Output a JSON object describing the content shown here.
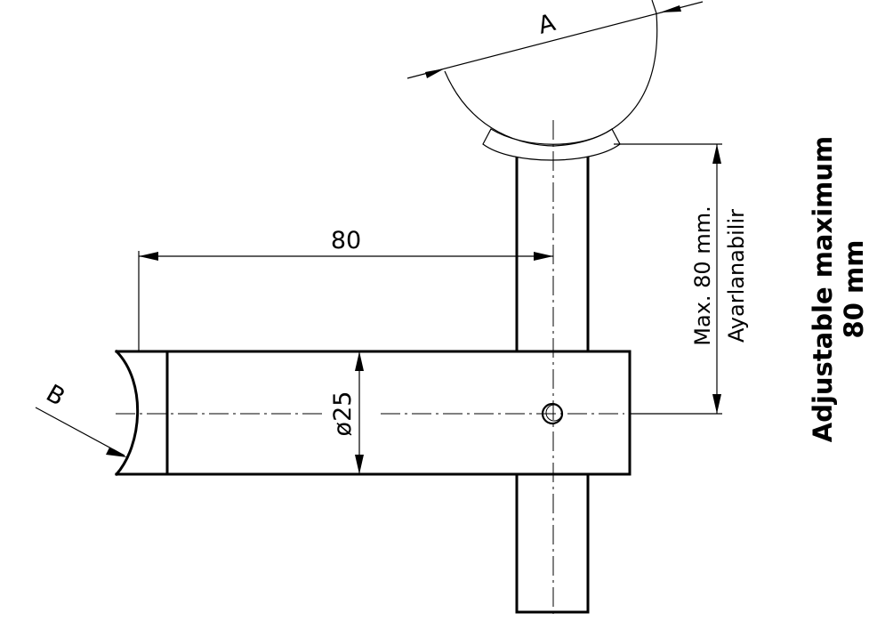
{
  "labels": {
    "label_a": "A",
    "label_b": "B",
    "dim_80": "80",
    "dim_dia": "ø25",
    "note_tr_line1": "Max.  80  mm.",
    "note_tr_line2": "Ayarlanabilir",
    "note_en_line1": "Adjustable maximum",
    "note_en_line2": "80 mm"
  }
}
